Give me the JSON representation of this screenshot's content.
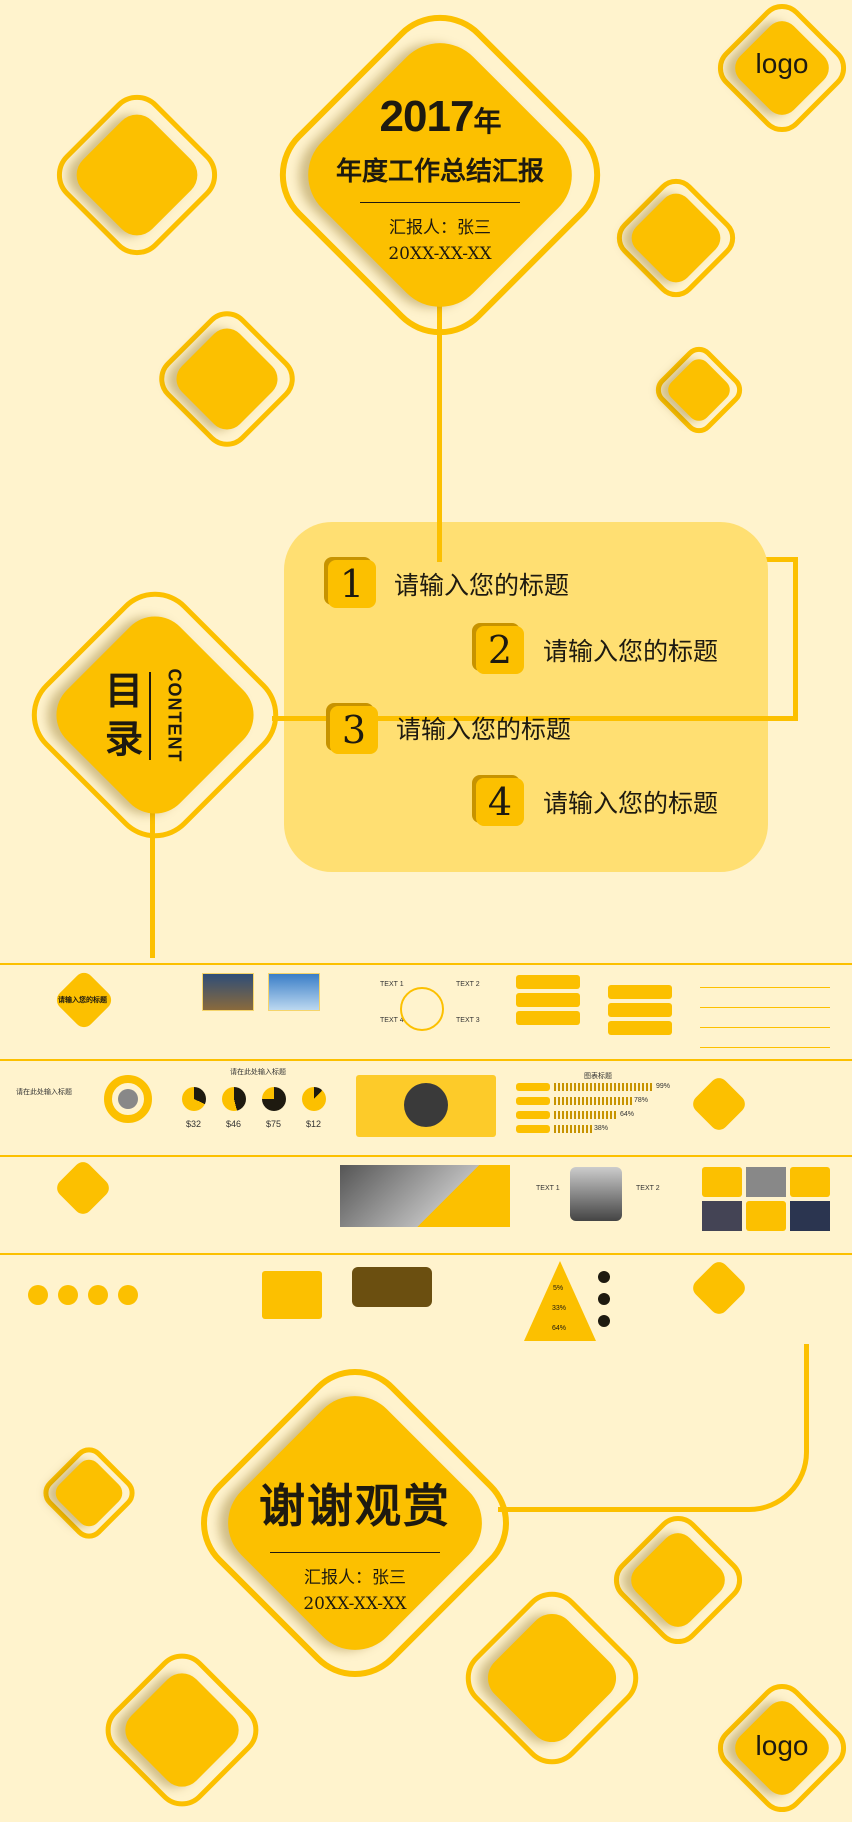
{
  "cover": {
    "year": "2017",
    "year_suffix": "年",
    "title": "年度工作总结汇报",
    "reporter": "汇报人：张三",
    "date": "20XX-XX-XX"
  },
  "logo_text": "logo",
  "toc": {
    "title_char_1": "目",
    "title_char_2": "录",
    "title_en": "CONTENT",
    "items": [
      {
        "num": "1",
        "label": "请输入您的标题"
      },
      {
        "num": "2",
        "label": "请输入您的标题"
      },
      {
        "num": "3",
        "label": "请输入您的标题"
      },
      {
        "num": "4",
        "label": "请输入您的标题"
      }
    ]
  },
  "thumbs": {
    "section_title": "请输入您的标题",
    "edit_title": "请在此处输入标题",
    "chart_title": "图表标题",
    "pcts": [
      "99%",
      "78%",
      "64%",
      "38%"
    ],
    "pie_nums": [
      "$32",
      "$46",
      "$75",
      "$12"
    ],
    "text_labels": [
      "TEXT 1",
      "TEXT 2",
      "TEXT 3",
      "TEXT 4"
    ],
    "pyramid": [
      "5%",
      "33%",
      "64%"
    ]
  },
  "end": {
    "title": "谢谢观赏",
    "reporter": "汇报人：张三",
    "date": "20XX-XX-XX"
  },
  "colors": {
    "accent": "#fcc000",
    "background": "#fff3cd",
    "text": "#1e1a10"
  }
}
